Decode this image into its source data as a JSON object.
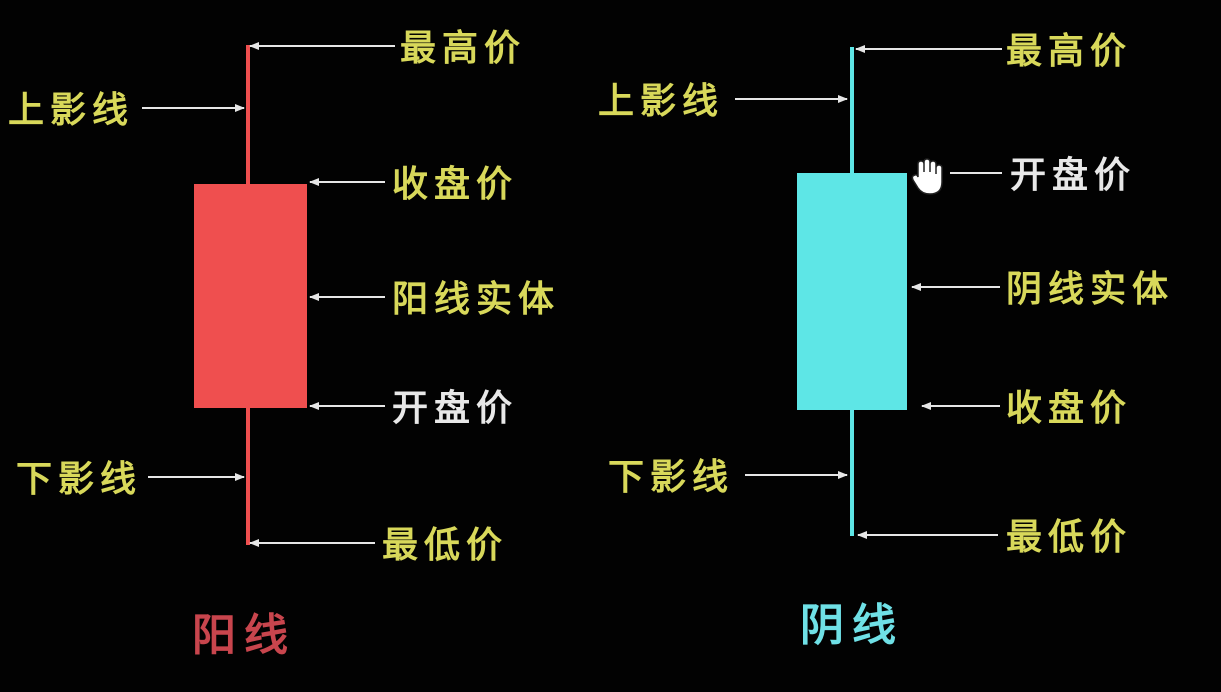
{
  "colors": {
    "background": "#020202",
    "label": "#d8d85a",
    "label_white": "#e8e8e8",
    "arrow": "#e6e6e6",
    "bull_candle": "#ef4f4f",
    "bear_candle": "#5ee6e6",
    "bull_title": "#c8454d",
    "bear_title": "#6fe0e6"
  },
  "bullish": {
    "title": "阳线",
    "labels": {
      "high": "最高价",
      "upper_shadow": "上影线",
      "close": "收盘价",
      "body": "阳线实体",
      "open": "开盘价",
      "lower_shadow": "下影线",
      "low": "最低价"
    }
  },
  "bearish": {
    "title": "阴线",
    "labels": {
      "high": "最高价",
      "upper_shadow": "上影线",
      "open": "开盘价",
      "body": "阴线实体",
      "close": "收盘价",
      "lower_shadow": "下影线",
      "low": "最低价"
    }
  },
  "icons": {
    "cursor": "hand-cursor-icon"
  }
}
